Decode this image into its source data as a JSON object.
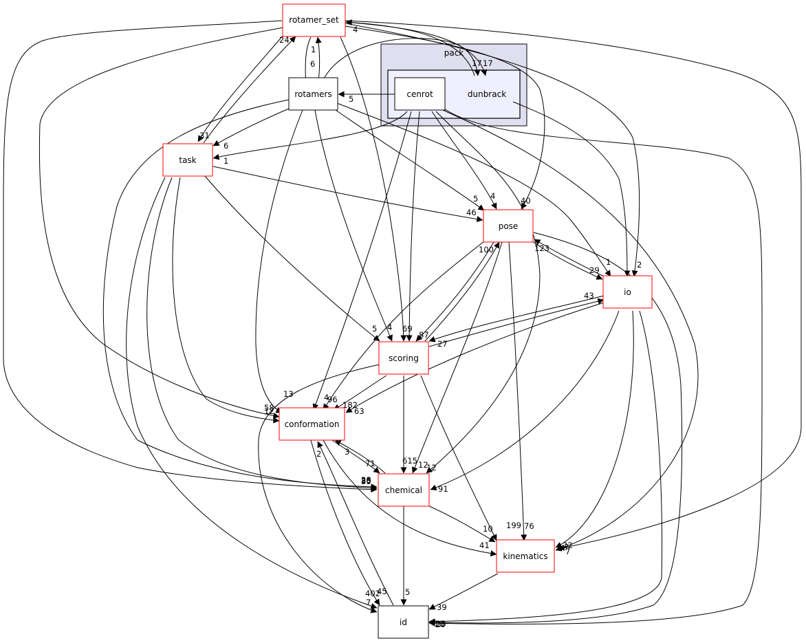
{
  "clusters": {
    "pack": "pack"
  },
  "nodes": {
    "rotamer_set": "rotamer_set",
    "rotamers": "rotamers",
    "cenrot": "cenrot",
    "dunbrack": "dunbrack",
    "task": "task",
    "pose": "pose",
    "io": "io",
    "scoring": "scoring",
    "conformation": "conformation",
    "chemical": "chemical",
    "kinematics": "kinematics",
    "id": "id"
  },
  "edge_labels": {
    "rs_dun": "17",
    "rs_io": "2",
    "rs_scoring": "4",
    "rs_rot": "6",
    "rot_rs": "1",
    "task_rs": "24",
    "rs_task": "31",
    "rot_task": "6",
    "cen_rot": "5",
    "cen_task": "1",
    "rot_dun": "17",
    "task_pose": "46",
    "rot_pose": "5",
    "cen_pose": "4",
    "rs_pose": "40",
    "pose_io": "29",
    "io_pose": "123",
    "rot_io": "1",
    "pose_scoring": "87",
    "scoring_pose": "100",
    "rot_scoring": "4",
    "task_scoring": "5",
    "cen_scoring": "69",
    "io_scoring": "43",
    "scoring_io": "27",
    "rs_conf": "58",
    "rot_conf": "13",
    "task_conf": "12",
    "pose_conf": "4",
    "scoring_conf": "96",
    "cen_conf": "182",
    "io_conf": "63",
    "chem_conf": "3",
    "conf_chem": "71",
    "scoring_chem": "615",
    "pose_chem": "12",
    "cen_chem": "12",
    "io_chem": "91",
    "rs_chem": "28",
    "rot_chem": "80",
    "task_chem": "35",
    "chem_kin": "10",
    "scoring_kin": "199",
    "pose_kin": "76",
    "conf_kin": "41",
    "io_kin": "22",
    "cen_kin": "7",
    "rs_kin": "7",
    "kin_id": "39",
    "chem_id": "5",
    "conf_id": "402",
    "id_conf": "2",
    "task_id": "45",
    "scoring_id": "7",
    "pose_id": "23",
    "io_id": "18",
    "cen_id": "20"
  },
  "colors": {
    "node_border_red": "#ff0000",
    "node_border_black": "#000000",
    "outer_cluster_fill": "#dfdfef",
    "inner_cluster_fill": "#efefff",
    "cluster_stroke": "#000000",
    "edge": "#000000"
  }
}
